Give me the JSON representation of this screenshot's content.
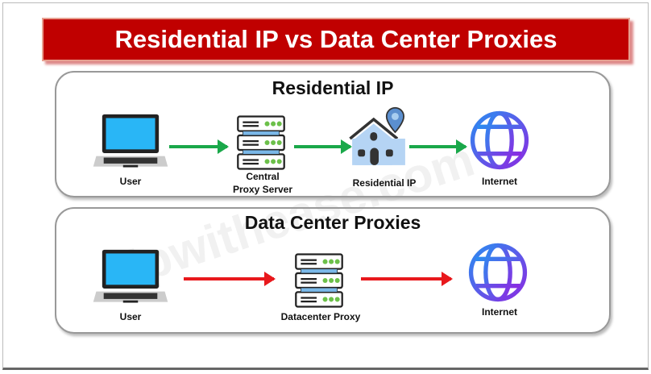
{
  "title": "Residential IP vs Data Center Proxies",
  "watermark": "ipwithease.com",
  "colors": {
    "banner": "#c00000",
    "green_arrow": "#1aa84a",
    "red_arrow": "#e8181c"
  },
  "residential": {
    "title": "Residential IP",
    "nodes": [
      "User",
      "Central",
      "Proxy Server",
      "Residential IP",
      "Internet"
    ]
  },
  "datacenter": {
    "title": "Data Center Proxies",
    "nodes": [
      "User",
      "Datacenter Proxy",
      "Internet"
    ]
  }
}
